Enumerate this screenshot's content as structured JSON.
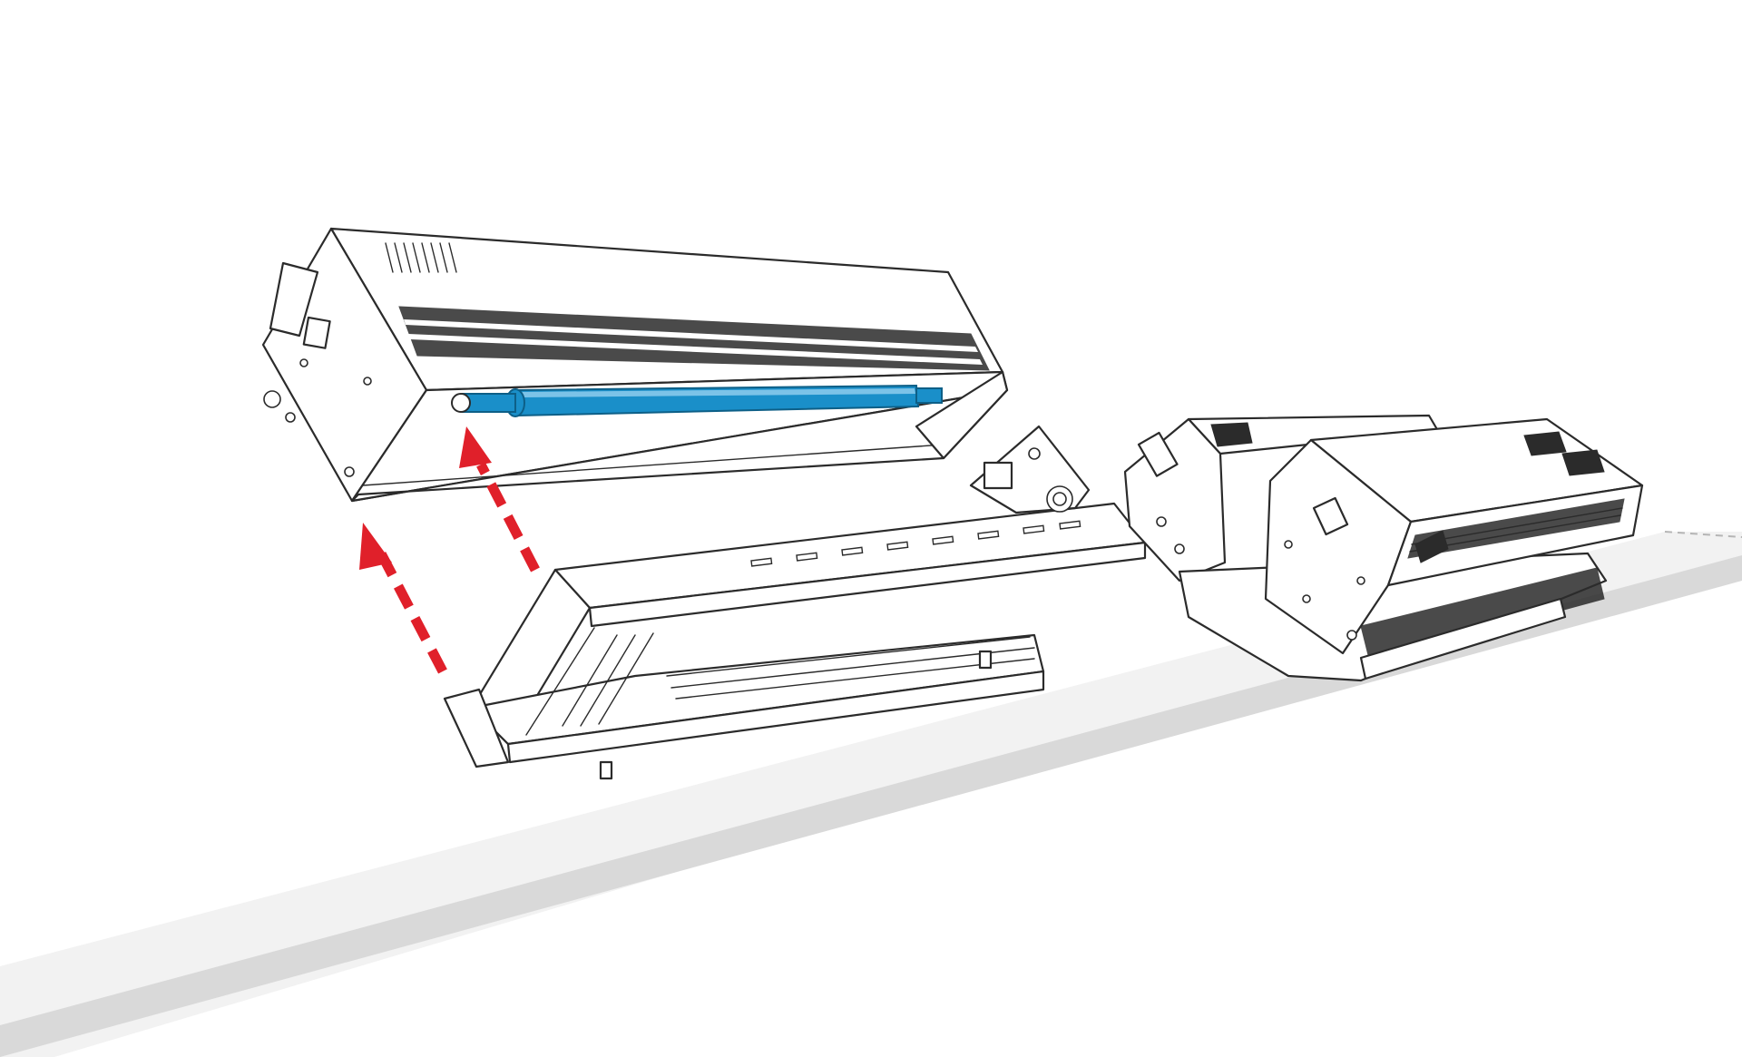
{
  "colors": {
    "background": "#ffffff",
    "floor_top": "#f2f2f2",
    "floor_edge": "#d6d6d6",
    "line": "#2b2b2b",
    "highlight_roller": "#1a8fc9",
    "roller_light": "#7cc3e8",
    "arrow": "#e0202a"
  },
  "parts": [
    {
      "name": "upper-unit",
      "icon": "housing-box"
    },
    {
      "name": "highlighted-roller",
      "icon": "roller-shaft"
    },
    {
      "name": "lower-frame",
      "icon": "open-tray-frame"
    },
    {
      "name": "assembled-unit",
      "icon": "stacked-housing"
    },
    {
      "name": "floor-surface",
      "icon": "floor-plane"
    }
  ],
  "arrows": [
    {
      "name": "arrow-left",
      "direction": "up",
      "style": "dashed"
    },
    {
      "name": "arrow-right",
      "direction": "up",
      "style": "dashed"
    }
  ]
}
